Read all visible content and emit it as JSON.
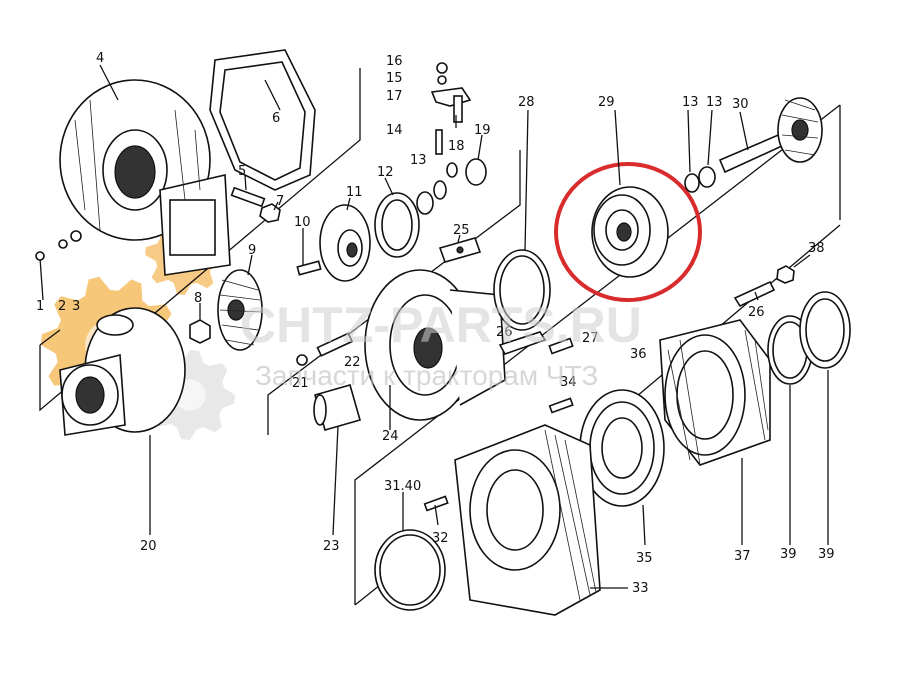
{
  "watermark": {
    "brand": "CHTZ-PARTS.RU",
    "tagline": "Запчасти к тракторам ЧТЗ",
    "gear_color": "#f0a020",
    "gear_color_light": "#d9d9d9"
  },
  "highlight": {
    "part_number": "29",
    "color": "#d92b2b"
  },
  "labels": {
    "p1": "1",
    "p2": "2",
    "p3": "3",
    "p4": "4",
    "p5": "5",
    "p6": "6",
    "p7": "7",
    "p8": "8",
    "p9": "9",
    "p10": "10",
    "p11": "11",
    "p12": "12",
    "p13a": "13",
    "p13b": "13",
    "p13c": "13",
    "p14": "14",
    "p15": "15",
    "p16": "16",
    "p17": "17",
    "p18": "18",
    "p19": "19",
    "p20": "20",
    "p21": "21",
    "p22": "22",
    "p23": "23",
    "p24": "24",
    "p25": "25",
    "p26a": "26",
    "p26b": "26",
    "p27": "27",
    "p28": "28",
    "p29": "29",
    "p30": "30",
    "p31": "31.40",
    "p32": "32",
    "p33": "33",
    "p34": "34",
    "p35": "35",
    "p36": "36",
    "p37": "37",
    "p38": "38",
    "p39a": "39",
    "p39b": "39"
  }
}
